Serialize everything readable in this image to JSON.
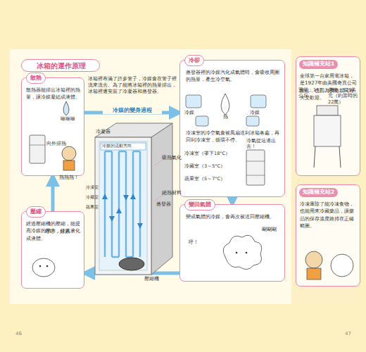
{
  "diagram": {
    "title": "冰箱的運作原理",
    "nodes": [
      {
        "text": [
          "冰箱的運作原理"
        ]
      },
      {
        "text": [
          "散熱",
          "散熱器能排出冰箱裡的熱量，讓冷媒凝結成液體。"
        ]
      },
      {
        "text": [
          "冷卻",
          "蒸發器裡的冷媒汽化成氣體時，會吸收周圍的熱量，產生冷空氣。",
          "冷凍室的冷空氣會被風扇送到冰箱各處，再回到冷凍室，循環不停。"
        ]
      },
      {
        "text": [
          "變回氣體",
          "變成氣體的冷媒，會再次被送回壓縮機。"
        ]
      },
      {
        "text": [
          "壓縮",
          "經過壓縮機的壓縮，能提高冷媒的壓力，使其液化成液體。"
        ]
      },
      {
        "text": [
          "知識補充站1",
          "全球第一台家用電冰箱，是1927年由美國奇異公司推出，也因為價格親民而大受歡迎。"
        ]
      },
      {
        "text": [
          "知識補充站2",
          "冷凍庫除了能冷凍食物，也能用來冷藏藥品，讓藥品的保存溫度維持在正確範圍。"
        ]
      }
    ],
    "edges": [
      {
        "from": 1,
        "to": 2,
        "arrow": "to"
      },
      {
        "from": 2,
        "to": 3,
        "arrow": "to"
      },
      {
        "from": 3,
        "to": 4,
        "arrow": "to"
      },
      {
        "from": 4,
        "to": 1,
        "arrow": "to"
      }
    ],
    "labels": [
      "冰箱裡布滿了許多管子，冷媒會在管子裡流來流去。為了能將冰箱裡的熱量排出，冰箱裡還安裝了冷凝器和蒸發器。",
      "冷媒的變身過程",
      "冷凝器",
      "冷媒的流動方向",
      "吸熱氣化",
      "絕熱材料",
      "蒸發器",
      "冷凍室",
      "冷藏室",
      "蔬果室",
      "壓縮機",
      "咻咻咻",
      "向外排熱",
      "熱熱熱！",
      "呼呼，好累！",
      "冷凍室（零下18°C）",
      "冷藏室（3～5°C）",
      "蔬果室（5～7°C）",
      "冷氣從這邊出去！",
      "熱",
      "冷媒",
      "冷媒",
      "呼！",
      "唰唰唰",
      "重量：157公斤",
      "價格：525美元（約當時的22萬）",
      "46",
      "47"
    ]
  }
}
